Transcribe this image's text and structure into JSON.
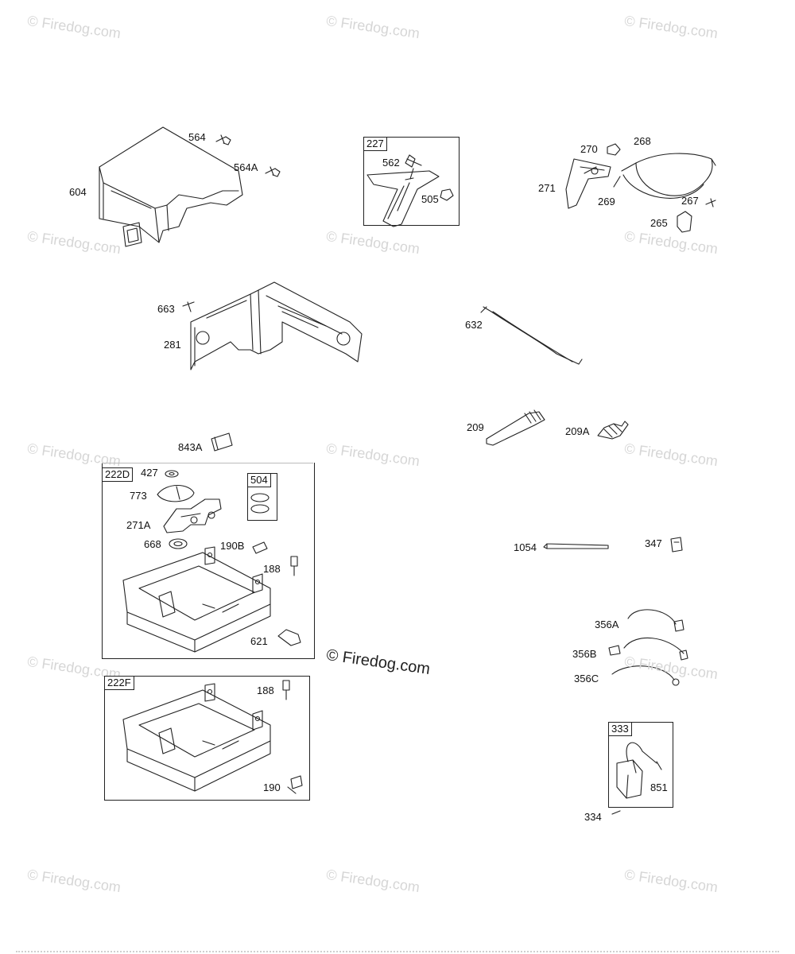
{
  "watermark": {
    "text": "© Firedog.com",
    "main_text": "© Firedog.com"
  },
  "groups": {
    "g227": "227",
    "g222D": "222D",
    "g504": "504",
    "g222F": "222F",
    "g333": "333"
  },
  "labels": {
    "p604": "604",
    "p564": "564",
    "p564A": "564A",
    "p562": "562",
    "p505": "505",
    "p270": "270",
    "p268": "268",
    "p271": "271",
    "p269": "269",
    "p267": "267",
    "p265": "265",
    "p663": "663",
    "p281": "281",
    "p632": "632",
    "p209": "209",
    "p209A": "209A",
    "p843A": "843A",
    "p427": "427",
    "p773": "773",
    "p271A": "271A",
    "p668": "668",
    "p190B": "190B",
    "p188a": "188",
    "p621": "621",
    "p188b": "188",
    "p190": "190",
    "p1054": "1054",
    "p347": "347",
    "p356A": "356A",
    "p356B": "356B",
    "p356C": "356C",
    "p851": "851",
    "p334": "334"
  },
  "colors": {
    "line": "#222222",
    "watermark": "#d6d6d6",
    "background": "#ffffff"
  }
}
